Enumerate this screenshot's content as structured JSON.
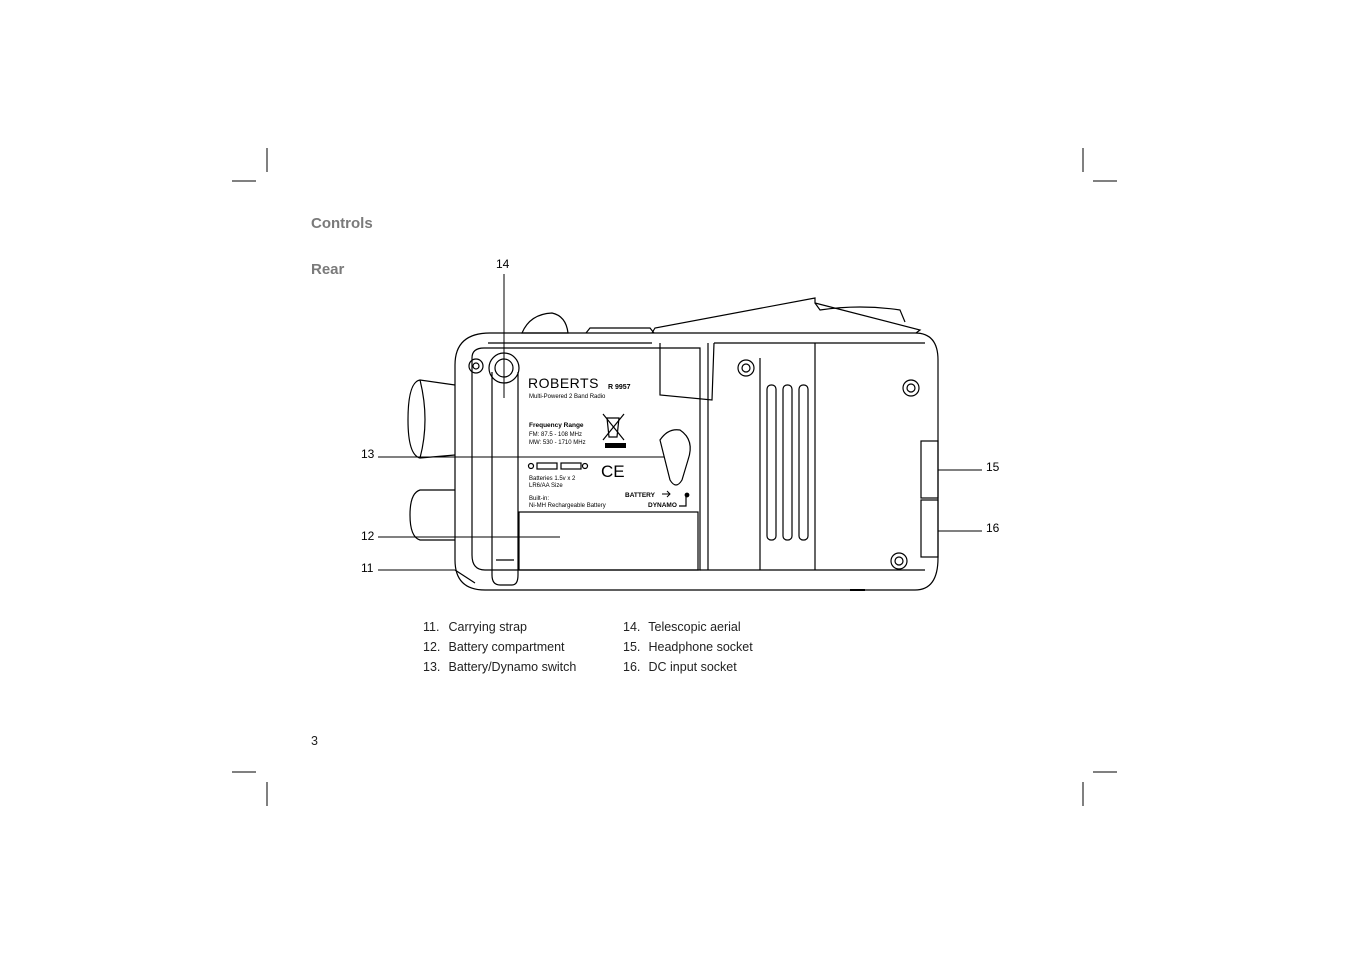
{
  "section_title": "Controls",
  "subsection_title": "Rear",
  "page_number": "3",
  "diagram": {
    "brand": "ROBERTS",
    "model": "R 9957",
    "product_line": "Multi-Powered 2 Band Radio",
    "freq_heading": "Frequency Range",
    "freq_fm": "FM:  87.5 - 108 MHz",
    "freq_mw": "MW: 530 - 1710 MHz",
    "ce_mark": "CE",
    "batteries_line1": "Batteries 1.5v x 2",
    "batteries_line2": "LR6/AA Size",
    "builtin_line1": "Built-in:",
    "builtin_line2": "Ni-MH Rechargeable Battery",
    "switch_battery": "BATTERY",
    "switch_dynamo": "DYNAMO",
    "callouts": [
      "11",
      "12",
      "13",
      "14",
      "15",
      "16"
    ]
  },
  "legend": {
    "left": [
      {
        "num": "11.",
        "label": "Carrying strap"
      },
      {
        "num": "12.",
        "label": "Battery compartment"
      },
      {
        "num": "13.",
        "label": "Battery/Dynamo switch"
      }
    ],
    "right": [
      {
        "num": "14.",
        "label": "Telescopic aerial"
      },
      {
        "num": "15.",
        "label": "Headphone socket"
      },
      {
        "num": "16.",
        "label": "DC input socket"
      }
    ]
  }
}
